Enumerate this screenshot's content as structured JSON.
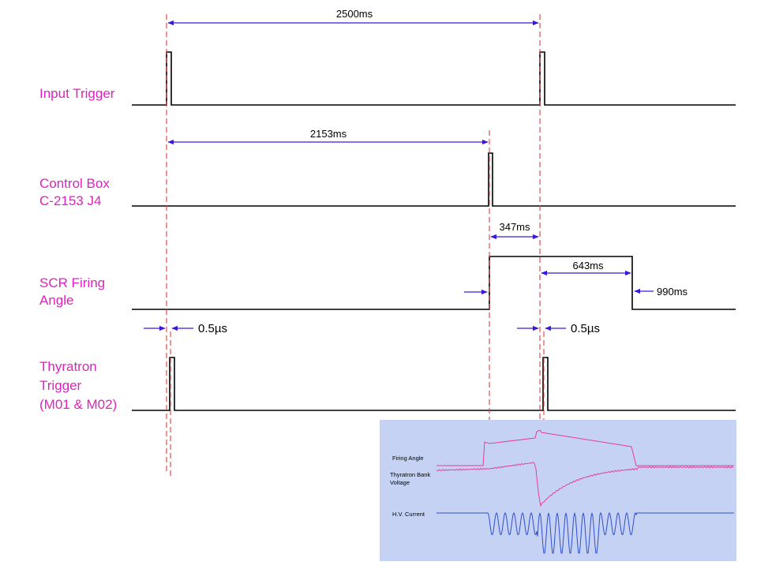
{
  "signals": [
    {
      "name": "input-trigger",
      "lines": [
        "Input Trigger"
      ]
    },
    {
      "name": "control-box",
      "lines": [
        "Control Box",
        "C-2153 J4"
      ]
    },
    {
      "name": "scr-firing-angle",
      "lines": [
        "SCR Firing",
        "Angle"
      ]
    },
    {
      "name": "thyratron-trigger",
      "lines": [
        "Thyratron",
        "Trigger",
        "(M01 & M02)"
      ]
    }
  ],
  "dimensions": {
    "period": "2500ms",
    "control_delay": "2153ms",
    "scr_delay": "347ms",
    "scr_on": "643ms",
    "scr_end": "990ms",
    "thyratron_delay_1": "0.5µs",
    "thyratron_delay_2": "0.5µs"
  },
  "inset": {
    "labels": {
      "firing_angle": "Firing Angle",
      "bank_voltage_1": "Thyratron Bank",
      "bank_voltage_2": "Voltage",
      "hv_current": "H.V. Current"
    },
    "colors": {
      "background": "#c6d2f4",
      "firing": "#e040a0",
      "voltage": "#e040a0",
      "current": "#3050d0"
    }
  },
  "colors": {
    "label": "#e020c0",
    "dimension": "#3a18e0",
    "reference": "#e04040",
    "wave": "#000000"
  }
}
